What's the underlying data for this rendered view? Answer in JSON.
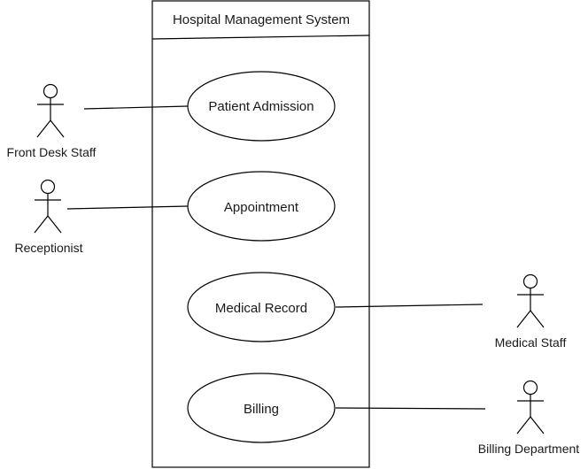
{
  "system": {
    "title": "Hospital Management System"
  },
  "use_cases": [
    {
      "id": "patient-admission",
      "label": "Patient Admission"
    },
    {
      "id": "appointment",
      "label": "Appointment"
    },
    {
      "id": "medical-record",
      "label": "Medical Record"
    },
    {
      "id": "billing",
      "label": "Billing"
    }
  ],
  "actors": [
    {
      "id": "front-desk-staff",
      "label": "Front Desk Staff"
    },
    {
      "id": "receptionist",
      "label": "Receptionist"
    },
    {
      "id": "medical-staff",
      "label": "Medical Staff"
    },
    {
      "id": "billing-department",
      "label": "Billing Department"
    }
  ],
  "associations": [
    {
      "actor": "front-desk-staff",
      "use_case": "patient-admission"
    },
    {
      "actor": "receptionist",
      "use_case": "appointment"
    },
    {
      "actor": "medical-staff",
      "use_case": "medical-record"
    },
    {
      "actor": "billing-department",
      "use_case": "billing"
    }
  ],
  "colors": {
    "line": "#000000",
    "fill": "#ffffff",
    "text": "#1a1a1a"
  }
}
